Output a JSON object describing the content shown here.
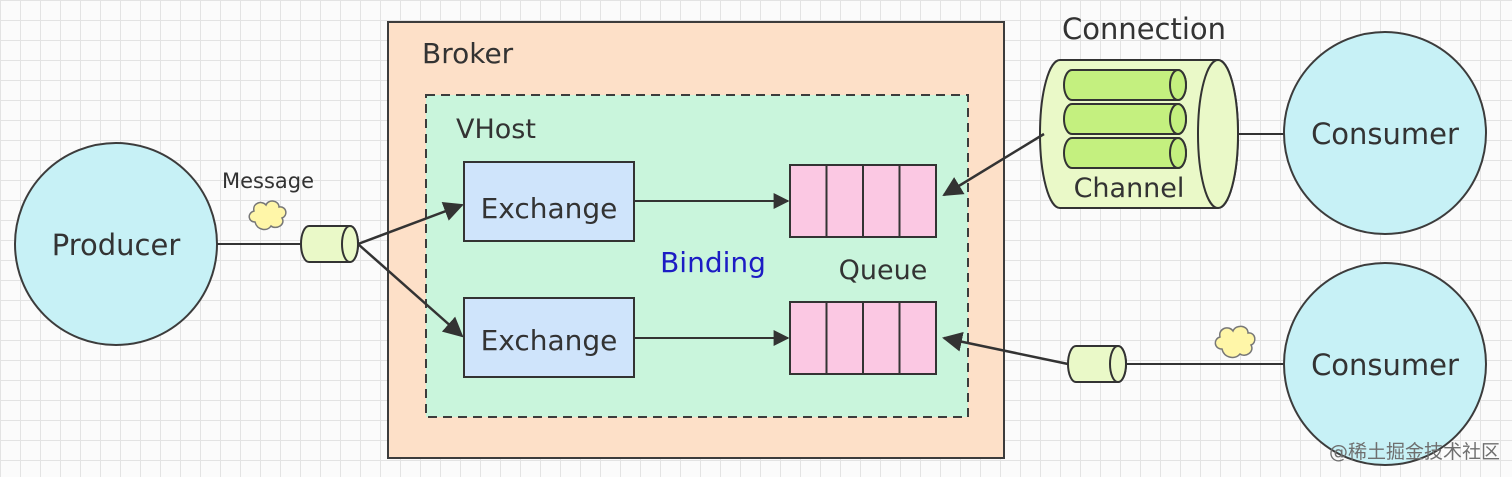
{
  "diagram": {
    "broker_label": "Broker",
    "vhost_label": "VHost",
    "producer_label": "Producer",
    "message_label": "Message",
    "exchange_top_label": "Exchange",
    "exchange_bottom_label": "Exchange",
    "binding_label": "Binding",
    "queue_label": "Queue",
    "connection_label": "Connection",
    "channel_label": "Channel",
    "consumer_top_label": "Consumer",
    "consumer_bottom_label": "Consumer",
    "watermark": "@稀土掘金技术社区"
  },
  "colors": {
    "broker_fill": "#fde0c8",
    "vhost_fill": "#c9f5dc",
    "exchange_fill": "#cfe4fb",
    "queue_fill": "#fbc8e3",
    "circle_fill": "#c7f1f6",
    "pipe_fill": "#eaf9c8",
    "channel_fill": "#c4f07f",
    "cloud_fill": "#fff6a8",
    "binding_text": "#1c1cc4"
  }
}
